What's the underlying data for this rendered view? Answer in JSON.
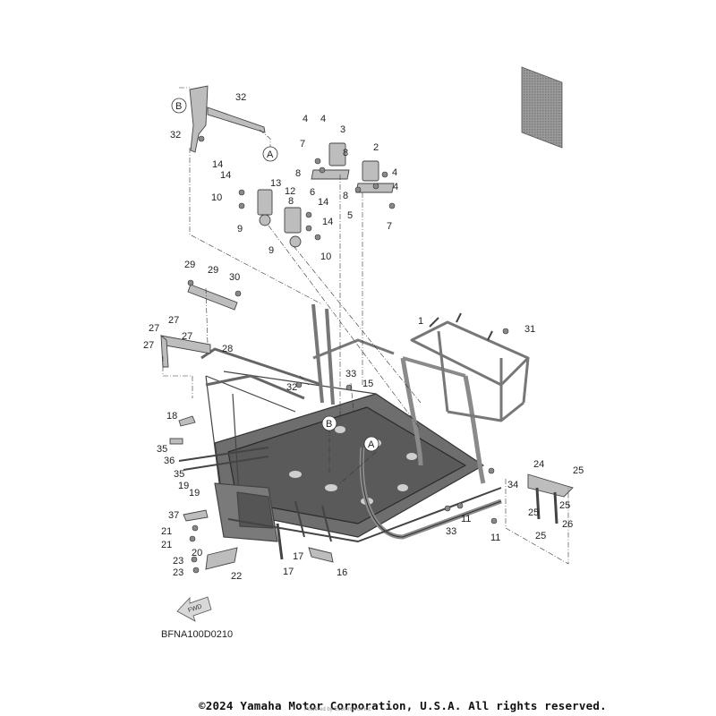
{
  "diagram": {
    "drawing_code": "BFNA100D0210",
    "fwd_label": "FWD",
    "copyright": "©2024 Yamaha Motor Corporation, U.S.A. All rights reserved.",
    "powered_by": "Powered by Ecommerce inc",
    "ref_markers": {
      "a": "A",
      "b": "B"
    },
    "callouts": [
      "1",
      "2",
      "3",
      "4",
      "4",
      "4",
      "4",
      "5",
      "6",
      "7",
      "7",
      "8",
      "8",
      "8",
      "8",
      "9",
      "9",
      "10",
      "10",
      "11",
      "11",
      "12",
      "13",
      "14",
      "14",
      "14",
      "14",
      "15",
      "16",
      "17",
      "17",
      "18",
      "19",
      "19",
      "20",
      "21",
      "21",
      "22",
      "23",
      "23",
      "24",
      "25",
      "25",
      "25",
      "25",
      "26",
      "27",
      "27",
      "27",
      "27",
      "28",
      "29",
      "29",
      "30",
      "31",
      "32",
      "32",
      "32",
      "33",
      "33",
      "34",
      "35",
      "35",
      "36",
      "37"
    ]
  }
}
